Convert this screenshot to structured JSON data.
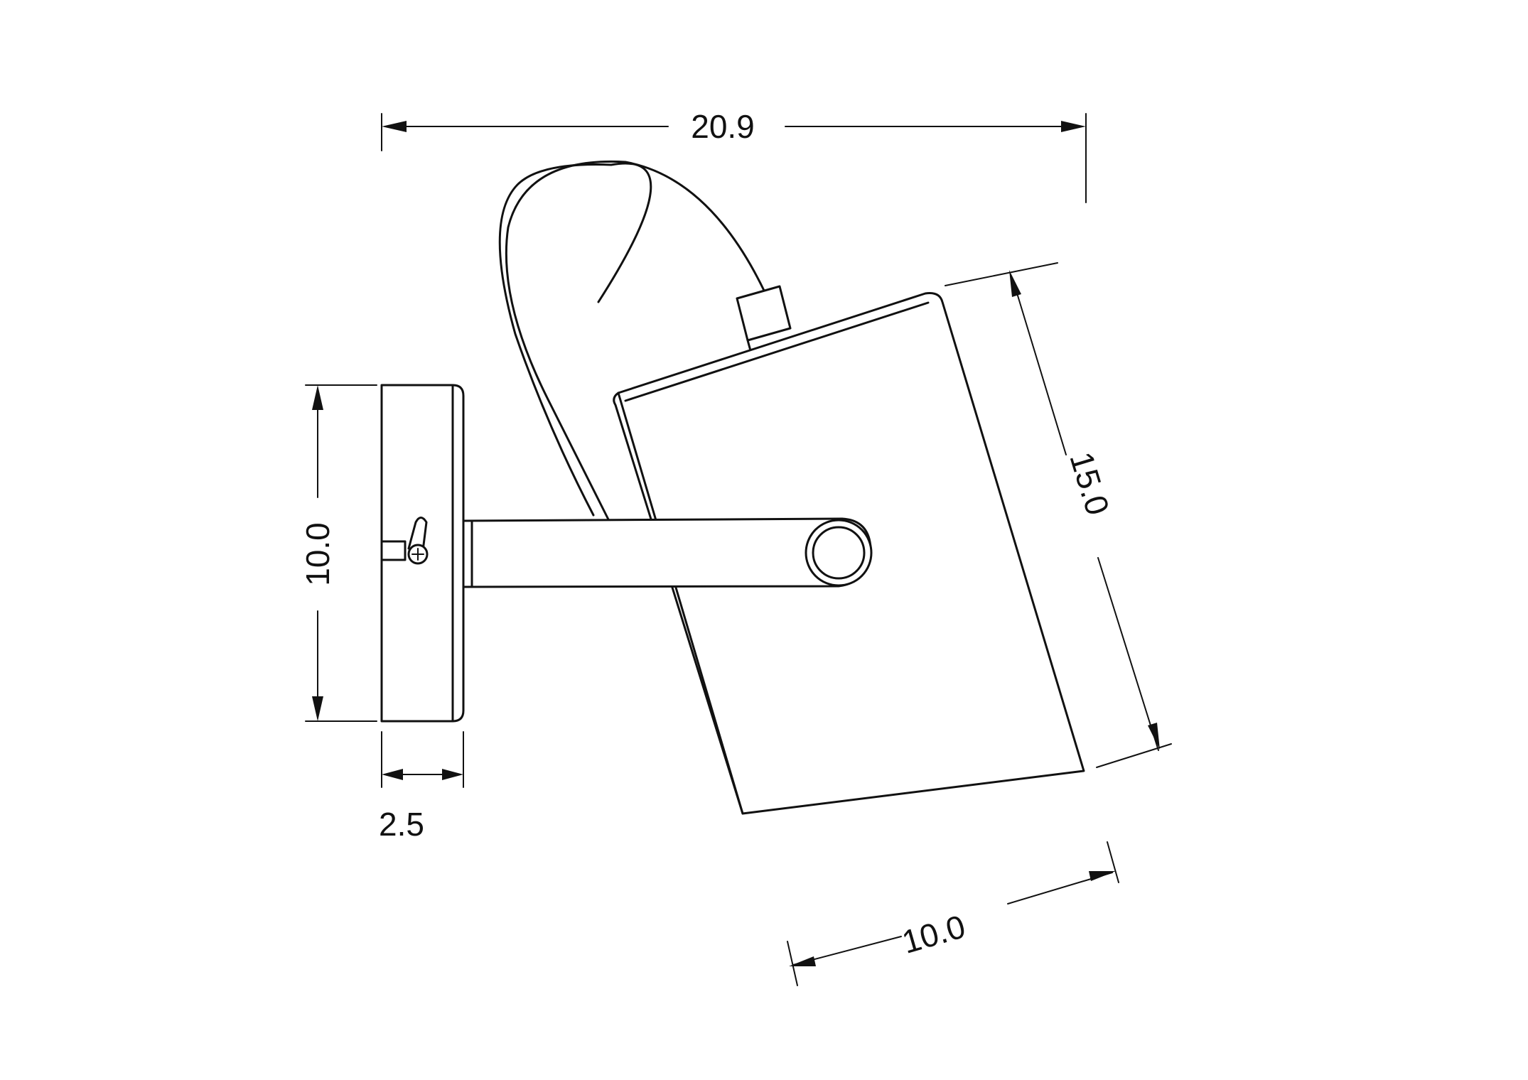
{
  "dimensions": {
    "overall_width": "20.9",
    "shade_length": "15.0",
    "shade_diameter": "10.0",
    "base_height": "10.0",
    "base_depth": "2.5"
  },
  "line_color": "#111111",
  "background_color": "#ffffff"
}
